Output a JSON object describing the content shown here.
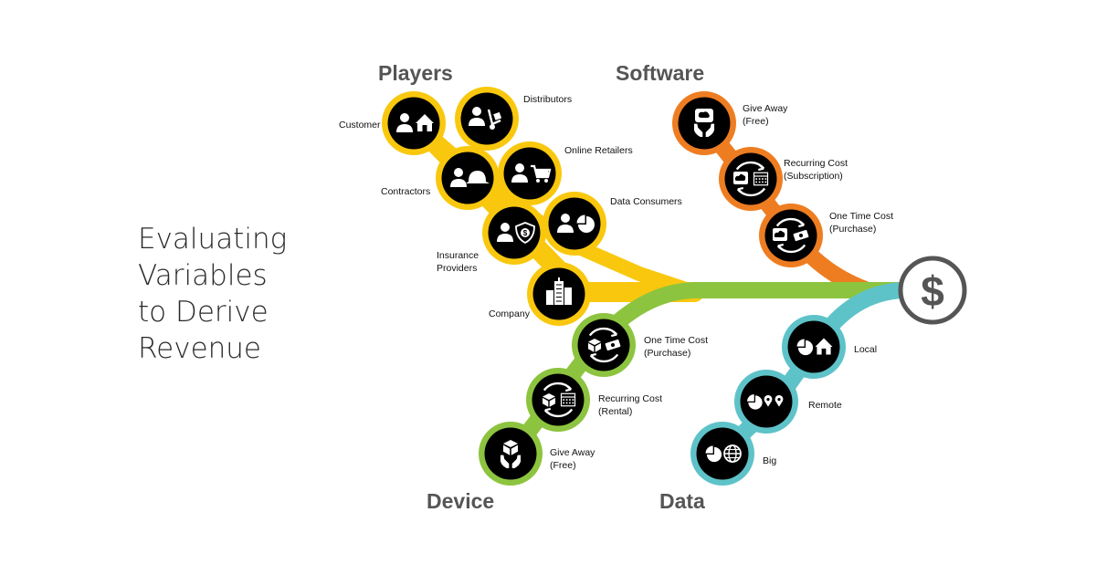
{
  "title": [
    "Evaluating",
    "Variables",
    "to Derive",
    "Revenue"
  ],
  "colors": {
    "players": "#f9c80e",
    "software": "#ee7d22",
    "device": "#8dc43f",
    "data": "#5ec3c8",
    "node_fill": "#000000",
    "hub": "#555555"
  },
  "hub": {
    "icon": "dollar-icon",
    "symbol": "$"
  },
  "groups": {
    "players": {
      "label": "Players",
      "nodes": [
        {
          "label": [
            "Customer"
          ],
          "icon": "person-house-icon"
        },
        {
          "label": [
            "Distributors"
          ],
          "icon": "person-hand-truck-icon"
        },
        {
          "label": [
            "Contractors"
          ],
          "icon": "person-hard-hat-icon"
        },
        {
          "label": [
            "Online Retailers"
          ],
          "icon": "person-cart-icon"
        },
        {
          "label": [
            "Insurance",
            "Providers"
          ],
          "icon": "person-shield-icon"
        },
        {
          "label": [
            "Data Consumers"
          ],
          "icon": "person-pie-chart-icon"
        },
        {
          "label": [
            "Company"
          ],
          "icon": "buildings-icon"
        }
      ]
    },
    "software": {
      "label": "Software",
      "nodes": [
        {
          "label": [
            "Give Away",
            "(Free)"
          ],
          "icon": "hands-cloud-icon"
        },
        {
          "label": [
            "Recurring Cost",
            "(Subscription)"
          ],
          "icon": "cloud-calendar-cycle-icon"
        },
        {
          "label": [
            "One Time Cost",
            "(Purchase)"
          ],
          "icon": "cloud-cash-cycle-icon"
        }
      ]
    },
    "device": {
      "label": "Device",
      "nodes": [
        {
          "label": [
            "One Time Cost",
            "(Purchase)"
          ],
          "icon": "box-cash-cycle-icon"
        },
        {
          "label": [
            "Recurring Cost",
            "(Rental)"
          ],
          "icon": "box-calendar-cycle-icon"
        },
        {
          "label": [
            "Give Away",
            "(Free)"
          ],
          "icon": "hands-box-icon"
        }
      ]
    },
    "data": {
      "label": "Data",
      "nodes": [
        {
          "label": [
            "Local"
          ],
          "icon": "pie-house-icon"
        },
        {
          "label": [
            "Remote"
          ],
          "icon": "pie-pins-icon"
        },
        {
          "label": [
            "Big"
          ],
          "icon": "pie-globe-icon"
        }
      ]
    }
  }
}
